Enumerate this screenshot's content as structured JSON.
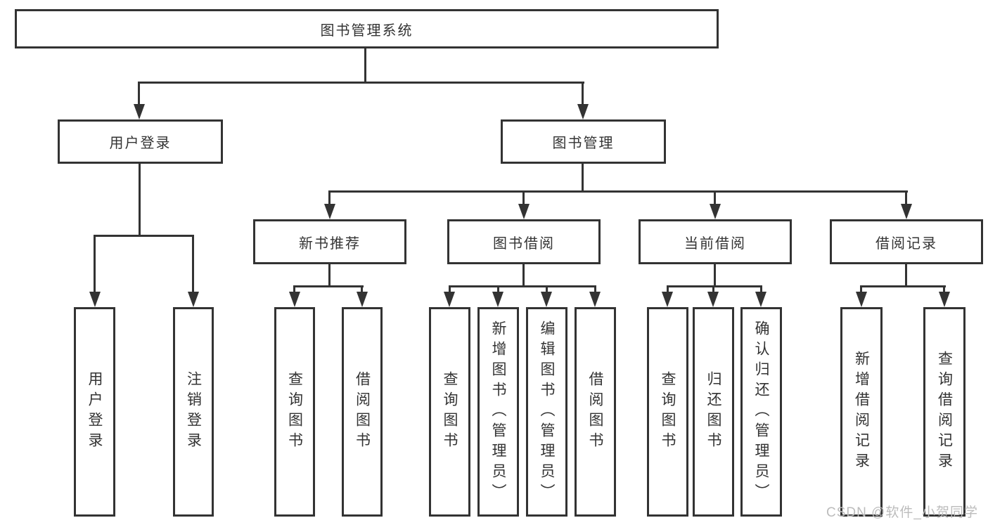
{
  "diagram_title": "图书管理系统",
  "tree": {
    "label": "图书管理系统",
    "children": [
      {
        "label": "用户登录",
        "children": [
          {
            "label": "用户登录"
          },
          {
            "label": "注销登录"
          }
        ]
      },
      {
        "label": "图书管理",
        "children": [
          {
            "label": "新书推荐",
            "children": [
              {
                "label": "查询图书"
              },
              {
                "label": "借阅图书"
              }
            ]
          },
          {
            "label": "图书借阅",
            "children": [
              {
                "label": "查询图书"
              },
              {
                "label": "新增图书（管理员）"
              },
              {
                "label": "编辑图书（管理员）"
              },
              {
                "label": "借阅图书"
              }
            ]
          },
          {
            "label": "当前借阅",
            "children": [
              {
                "label": "查询图书"
              },
              {
                "label": "归还图书"
              },
              {
                "label": "确认归还（管理员）"
              }
            ]
          },
          {
            "label": "借阅记录",
            "children": [
              {
                "label": "新增借阅记录"
              },
              {
                "label": "查询借阅记录"
              }
            ]
          }
        ]
      }
    ]
  },
  "watermark": "CSDN @软件_小贺同学",
  "colors": {
    "line": "#333333",
    "text": "#333333",
    "background": "#ffffff",
    "watermark": "#bcbcbc"
  }
}
